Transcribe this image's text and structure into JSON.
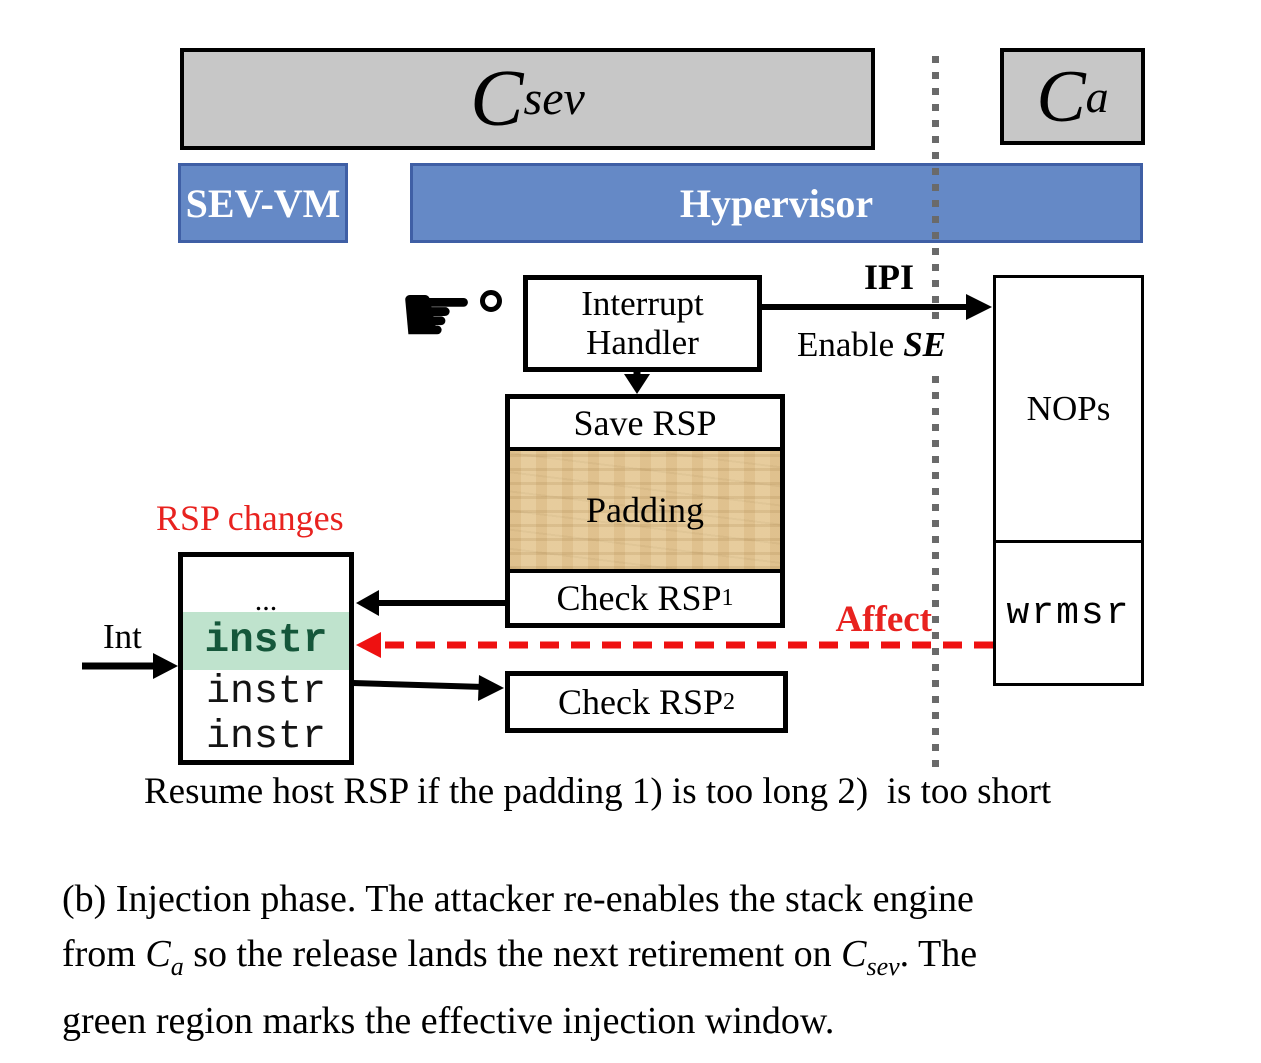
{
  "colors": {
    "core_gray": "#c7c7c7",
    "bar_blue": "#6589c6",
    "bar_blue_border": "#3f5fa5",
    "padding_tan": "#e4c795",
    "injection_window_green": "#bfe3cd",
    "injected_instr_green": "#15573a",
    "accent_red": "#e8221f"
  },
  "cores": {
    "csev": {
      "symbol": "C",
      "subscript": "sev"
    },
    "ca": {
      "symbol": "C",
      "subscript": "a"
    }
  },
  "bars": {
    "sev_vm": "SEV-VM",
    "hypervisor": "Hypervisor"
  },
  "flow": {
    "interrupt_handler": {
      "line1": "Interrupt",
      "line2": "Handler"
    },
    "ipi": "IPI",
    "enable": "Enable",
    "se": "SE",
    "save_rsp": "Save RSP",
    "padding": "Padding",
    "check_rsp1": {
      "base": "Check RSP",
      "sub": "1"
    },
    "check_rsp2": {
      "base": "Check RSP",
      "sub": "2"
    },
    "nops": "NOPs",
    "wrmsr": "wrmsr"
  },
  "victim": {
    "rsp_changes": "RSP changes",
    "int": "Int",
    "ellipsis": "...",
    "instr_injected": "instr",
    "instr_next": "instr",
    "instr_last": "instr",
    "affect": "Affect"
  },
  "icons": {
    "pointing_hand": "☛"
  },
  "captions": {
    "resume_note": "Resume host RSP if the padding 1) is too long 2)  is too short",
    "fig_line1": "(b) Injection phase. The attacker re-enables the stack engine",
    "fig_line2_pre": "from ",
    "fig_line2_c1": "C",
    "fig_line2_c1_sub": "a",
    "fig_line2_mid": " so the release lands the next retirement on ",
    "fig_line2_c2": "C",
    "fig_line2_c2_sub": "sev",
    "fig_line2_post": ". The",
    "fig_line3": "green region marks the effective injection window."
  }
}
